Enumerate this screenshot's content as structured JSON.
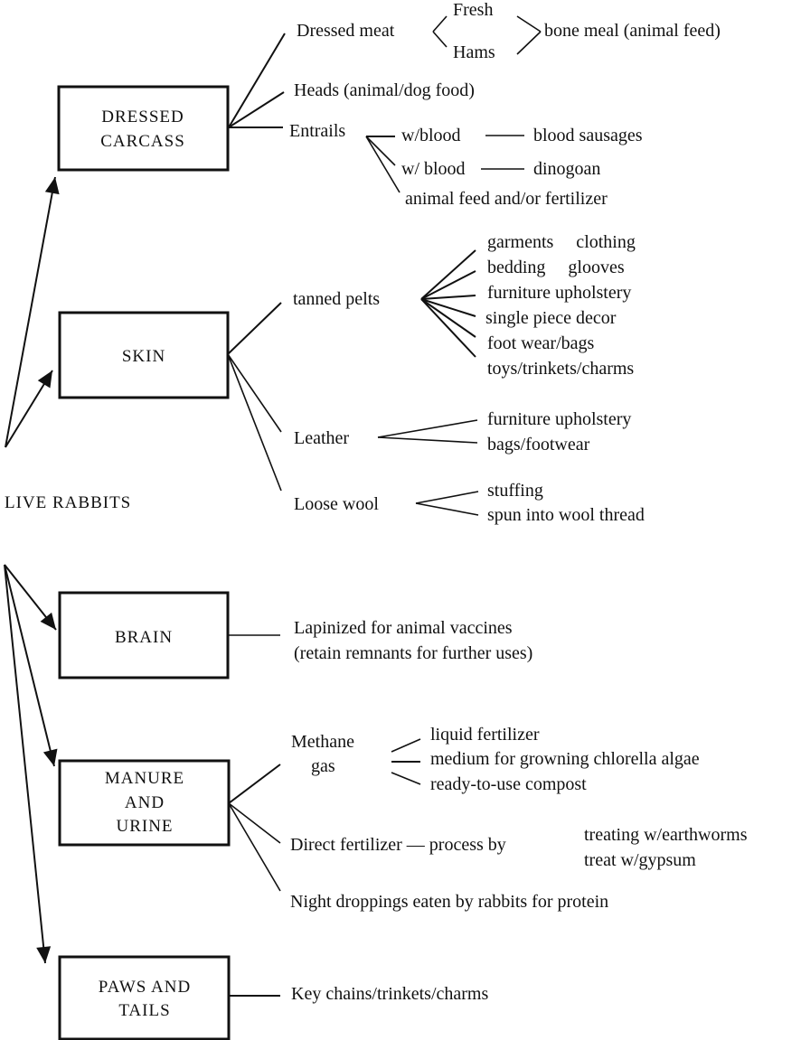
{
  "root": {
    "label": "LIVE RABBITS"
  },
  "categories": {
    "carcass": {
      "label_lines": [
        "DRESSED",
        "CARCASS"
      ],
      "dressed_meat": {
        "label": "Dressed meat",
        "forms": [
          "Fresh",
          "Hams"
        ],
        "result": "bone meal (animal feed)"
      },
      "heads": "Heads (animal/dog food)",
      "entrails": {
        "label": "Entrails",
        "items": [
          {
            "label": "w/blood",
            "result": "blood sausages"
          },
          {
            "label": "w/ blood",
            "result": "dinogoan"
          },
          {
            "label": "animal feed and/or fertilizer"
          }
        ]
      }
    },
    "skin": {
      "label_lines": [
        "SKIN"
      ],
      "tanned_pelts": {
        "label": "tanned pelts",
        "items": [
          "garments     clothing",
          "bedding     glooves",
          "furniture upholstery",
          "single piece decor",
          "foot wear/bags",
          "toys/trinkets/charms"
        ]
      },
      "leather": {
        "label": "Leather",
        "items": [
          "furniture upholstery",
          "bags/footwear"
        ]
      },
      "loose_wool": {
        "label": "Loose wool",
        "items": [
          "stuffing",
          "spun into wool thread"
        ]
      }
    },
    "brain": {
      "label_lines": [
        "BRAIN"
      ],
      "use_lines": [
        "Lapinized for animal vaccines",
        "(retain remnants for further uses)"
      ]
    },
    "manure": {
      "label_lines": [
        "MANURE",
        "AND",
        "URINE"
      ],
      "methane": {
        "label_lines": [
          "Methane",
          "gas"
        ],
        "items": [
          "liquid fertilizer",
          "medium for growning chlorella algae",
          "ready-to-use compost"
        ]
      },
      "direct_fertilizer": {
        "label": "Direct fertilizer — process by",
        "methods": [
          "treating w/earthworms",
          "treat w/gypsum"
        ]
      },
      "night_droppings": "Night droppings eaten by rabbits for protein"
    },
    "paws": {
      "label_lines": [
        "PAWS AND",
        "TAILS"
      ],
      "use": "Key chains/trinkets/charms"
    }
  }
}
